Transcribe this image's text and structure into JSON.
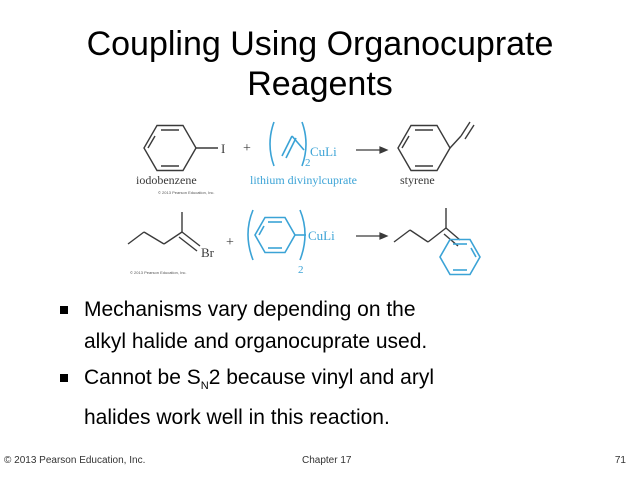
{
  "slide": {
    "title_line1": "Coupling Using Organocuprate",
    "title_line2": "Reagents"
  },
  "reaction1": {
    "reactant_label": "iodobenzene",
    "reagent_label": "lithium divinylcuprate",
    "product_label": "styrene",
    "iodo_symbol": "I",
    "plus": "+",
    "subscript": "2",
    "reagent_formula": "CuLi",
    "copyright_small": "© 2013 Pearson Education, Inc."
  },
  "reaction2": {
    "bromo_symbol": "Br",
    "plus": "+",
    "subscript": "2",
    "reagent_formula": "CuLi",
    "copyright_small": "© 2013 Pearson Education, Inc."
  },
  "bullets": {
    "b1_line1": "Mechanisms vary depending on the",
    "b1_line2": "alkyl halide and organocuprate used.",
    "b2_pre": "Cannot be S",
    "b2_sub": "N",
    "b2_post": "2 because vinyl and aryl",
    "b2_line2": "halides work well in this reaction."
  },
  "footer": {
    "copyright": "© 2013 Pearson Education, Inc.",
    "chapter": "Chapter 17",
    "page": "71"
  },
  "colors": {
    "reagent_blue": "#3ba3d6",
    "ink": "#3a3a3a"
  }
}
